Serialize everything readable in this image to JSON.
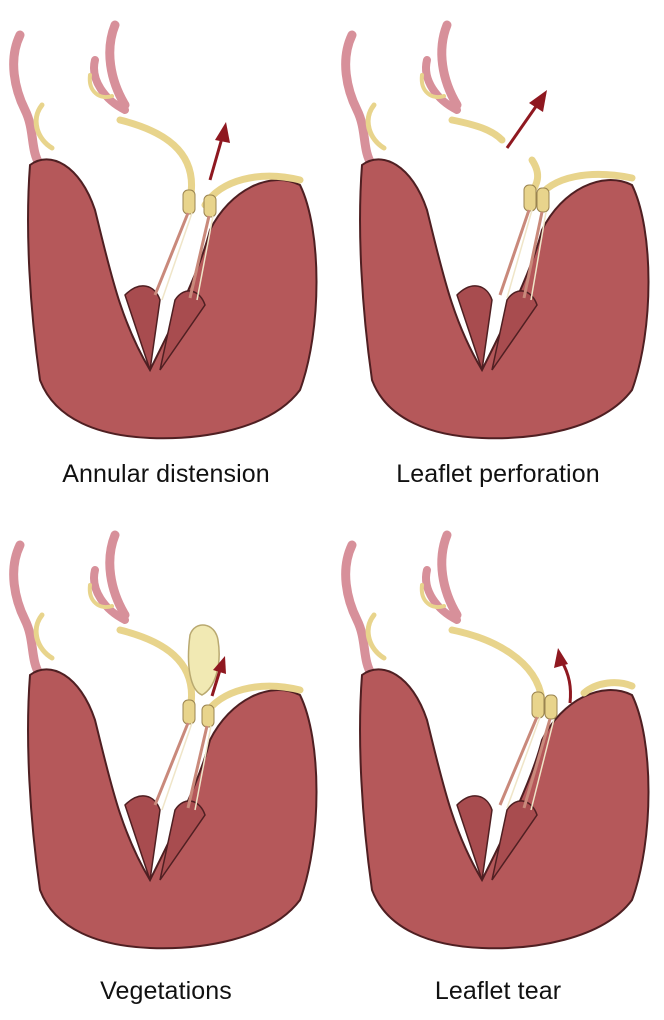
{
  "panels": [
    {
      "caption": "Annular distension"
    },
    {
      "caption": "Leaflet perforation"
    },
    {
      "caption": "Vegetations"
    },
    {
      "caption": "Leaflet tear"
    }
  ],
  "colors": {
    "myocardium": "#b5585a",
    "myocardium_edge": "#4f1f22",
    "valve_tissue": "#e8d48c",
    "valve_edge": "#9a8450",
    "vessel": "#d7909a",
    "arrow": "#8f1820",
    "vegetation": "#f1e9b3"
  },
  "icons": [
    "flow-arrow-icon"
  ]
}
